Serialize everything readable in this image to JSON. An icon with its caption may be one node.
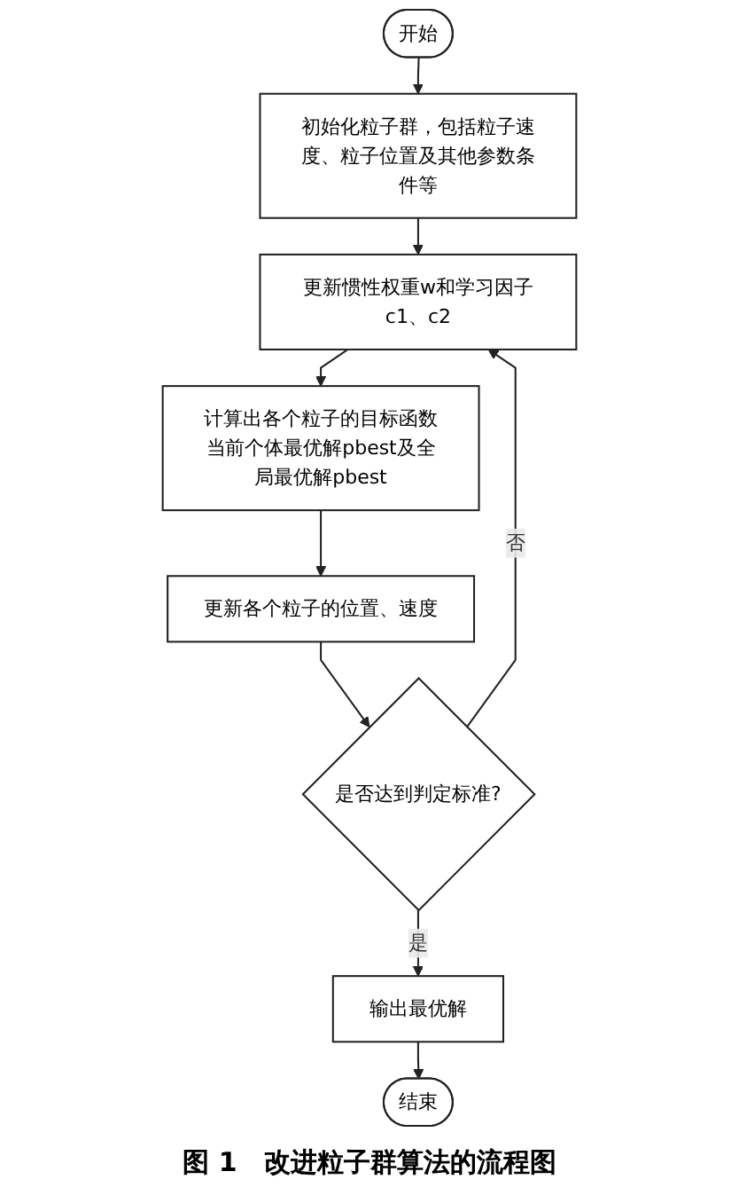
{
  "diagram": {
    "caption": "图 1　改进粒子群算法的流程图",
    "nodes": [
      {
        "text": [
          "开始"
        ]
      },
      {
        "text": [
          "初始化粒子群，包括粒子速度、粒子位置及其他参数条件等"
        ]
      },
      {
        "text": [
          "更新惯性权重w和学习因子c1、c2"
        ]
      },
      {
        "text": [
          "计算出各个粒子的目标函数当前个体最优解pbest及全局最优解pbest"
        ]
      },
      {
        "text": [
          "更新各个粒子的位置、速度"
        ]
      },
      {
        "text": [
          "是否达到判定标准?"
        ]
      },
      {
        "text": [
          "输出最优解"
        ]
      },
      {
        "text": [
          "结束"
        ]
      }
    ],
    "edges": [
      {
        "from": 0,
        "to": 1,
        "arrow": "to"
      },
      {
        "from": 1,
        "to": 2,
        "arrow": "to"
      },
      {
        "from": 2,
        "to": 3,
        "arrow": "to"
      },
      {
        "from": 3,
        "to": 4,
        "arrow": "to"
      },
      {
        "from": 4,
        "to": 5,
        "arrow": "to"
      },
      {
        "from": 5,
        "to": 6,
        "arrow": "to",
        "label": "是"
      },
      {
        "from": 5,
        "to": 2,
        "arrow": "to",
        "label": "否"
      },
      {
        "from": 6,
        "to": 7,
        "arrow": "to"
      }
    ]
  }
}
